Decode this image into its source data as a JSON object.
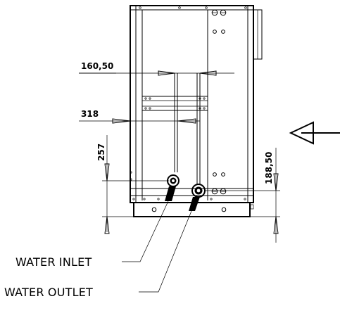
{
  "dimensions": {
    "width_top": "160,50",
    "width_mid": "318",
    "height_left": "257",
    "height_right": "188,50"
  },
  "callouts": {
    "inlet": "WATER INLET",
    "outlet": "WATER OUTLET"
  },
  "colors": {
    "line": "#000000",
    "background": "#ffffff"
  }
}
